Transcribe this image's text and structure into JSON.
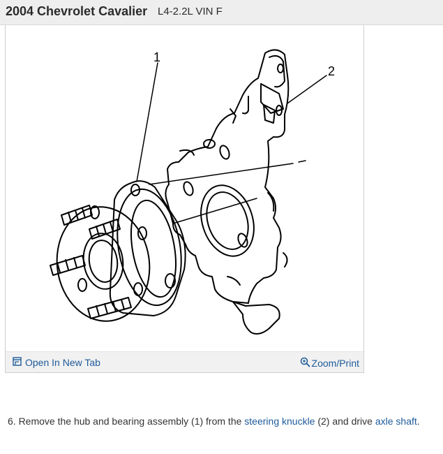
{
  "header": {
    "title": "2004 Chevrolet Cavalier",
    "engine": "L4-2.2L VIN F"
  },
  "figure": {
    "callouts": [
      "1",
      "2"
    ],
    "open_tab_icon": "open-in-new-tab-icon",
    "open_tab_label": "Open In New Tab",
    "zoom_icon": "zoom-magnifier-icon",
    "zoom_label": "Zoom/Print"
  },
  "step": {
    "part1": "6. Remove the hub and bearing assembly (1) from the ",
    "link1": "steering knuckle",
    "part2": " (2) and drive ",
    "link2": "axle shaft",
    "part3": "."
  },
  "colors": {
    "link": "#1e5a99",
    "header_bg": "#eeeeee"
  }
}
